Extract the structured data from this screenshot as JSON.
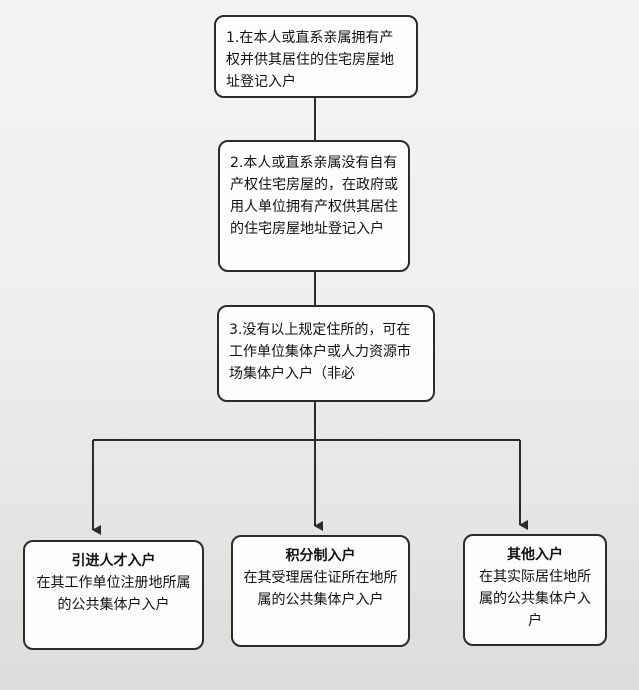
{
  "steps": [
    {
      "text": "1.在本人或直系亲属拥有产权并供其居住的住宅房屋地址登记入户"
    },
    {
      "text": "2.本人或直系亲属没有自有产权住宅房屋的，在政府或用人单位拥有产权供其居住的住宅房屋地址登记入户"
    },
    {
      "text": "3.没有以上规定住所的，可在工作单位集体户或人力资源市场集体户入户（非必"
    }
  ],
  "options": [
    {
      "title": "引进人才入户",
      "text": "在其工作单位注册地所属的公共集体户入户"
    },
    {
      "title": "积分制入户",
      "text": "在其受理居住证所在地所属的公共集体户入户"
    },
    {
      "title": "其他入户",
      "text": "在其实际居住地所属的公共集体户入户"
    }
  ],
  "colors": {
    "line": "#2b2b2b",
    "paper": "#f1f1ef"
  }
}
